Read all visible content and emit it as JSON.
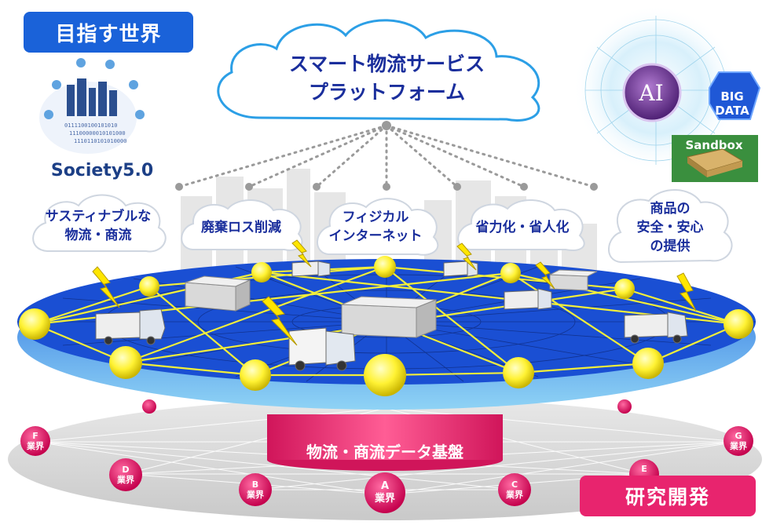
{
  "header": {
    "title": "目指す世界"
  },
  "society": {
    "label": "Society5.0"
  },
  "cloud": {
    "title": "スマート物流サービス\nプラットフォーム"
  },
  "goals": [
    {
      "label": "サスティナブルな\n物流・商流"
    },
    {
      "label": "廃棄ロス削減"
    },
    {
      "label": "フィジカル\nインターネット"
    },
    {
      "label": "省力化・省人化"
    },
    {
      "label": "商品の\n安全・安心\nの提供"
    }
  ],
  "tech": {
    "ai": "AI",
    "big_data": "BIG\nDATA",
    "sandbox": "Sandbox"
  },
  "platform": {
    "label": "物流・商流データ基盤"
  },
  "industries": [
    {
      "id": "F",
      "label": "F\n業界"
    },
    {
      "id": "D",
      "label": "D\n業界"
    },
    {
      "id": "B",
      "label": "B\n業界"
    },
    {
      "id": "A",
      "label": "A\n業界"
    },
    {
      "id": "C",
      "label": "C\n業界"
    },
    {
      "id": "E",
      "label": "E"
    },
    {
      "id": "G",
      "label": "G\n業界"
    }
  ],
  "rnd": {
    "label": "研究開発"
  },
  "colors": {
    "brand_blue": "#1a62d9",
    "text_blue": "#1a2e9c",
    "accent_pink": "#e8246e",
    "node_yellow": "#ffee33"
  },
  "icons": [
    "globe-city-icon",
    "cloud-icon",
    "ai-network-icon",
    "truck-icon",
    "warehouse-icon",
    "lightning-icon",
    "chip-icon"
  ]
}
